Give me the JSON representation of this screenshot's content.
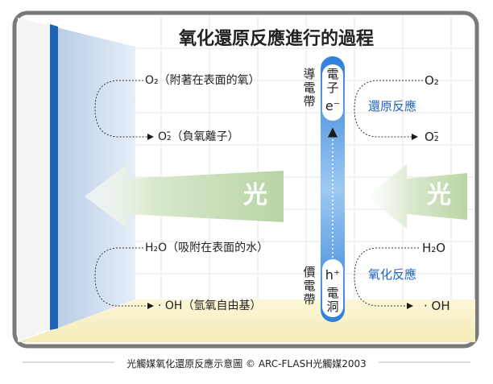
{
  "title": "氧化還原反應進行的過程",
  "left": {
    "o2_adsorbed": "O₂（附著在表面的氧）",
    "o2_anion": "O₂̄（負氧離子）",
    "h2o_adsorbed": "H₂O（吸附在表面的水）",
    "oh_radical": "· OH（氫氧自由基）"
  },
  "center": {
    "conduction_band": "導電帶",
    "valence_band": "價電帶",
    "electron": "電子",
    "electron_symbol": "e⁻",
    "hole_symbol": "h⁺",
    "hole": "電洞"
  },
  "right": {
    "o2": "O₂",
    "reduction": "還原反應",
    "o2_anion": "O₂̄",
    "h2o": "H₂O",
    "oxidation": "氧化反應",
    "oh": "· OH"
  },
  "light_left": "光",
  "light_right": "光",
  "caption": "光觸媒氧化還原反應示意圖 © ARC-FLASH光觸媒2003",
  "colors": {
    "frame": "#7a7a7a",
    "panel": "#1e63b5",
    "arrow": "#c8ddb8",
    "pill": "#3b8fe0",
    "accent_text": "#1f63b8"
  }
}
